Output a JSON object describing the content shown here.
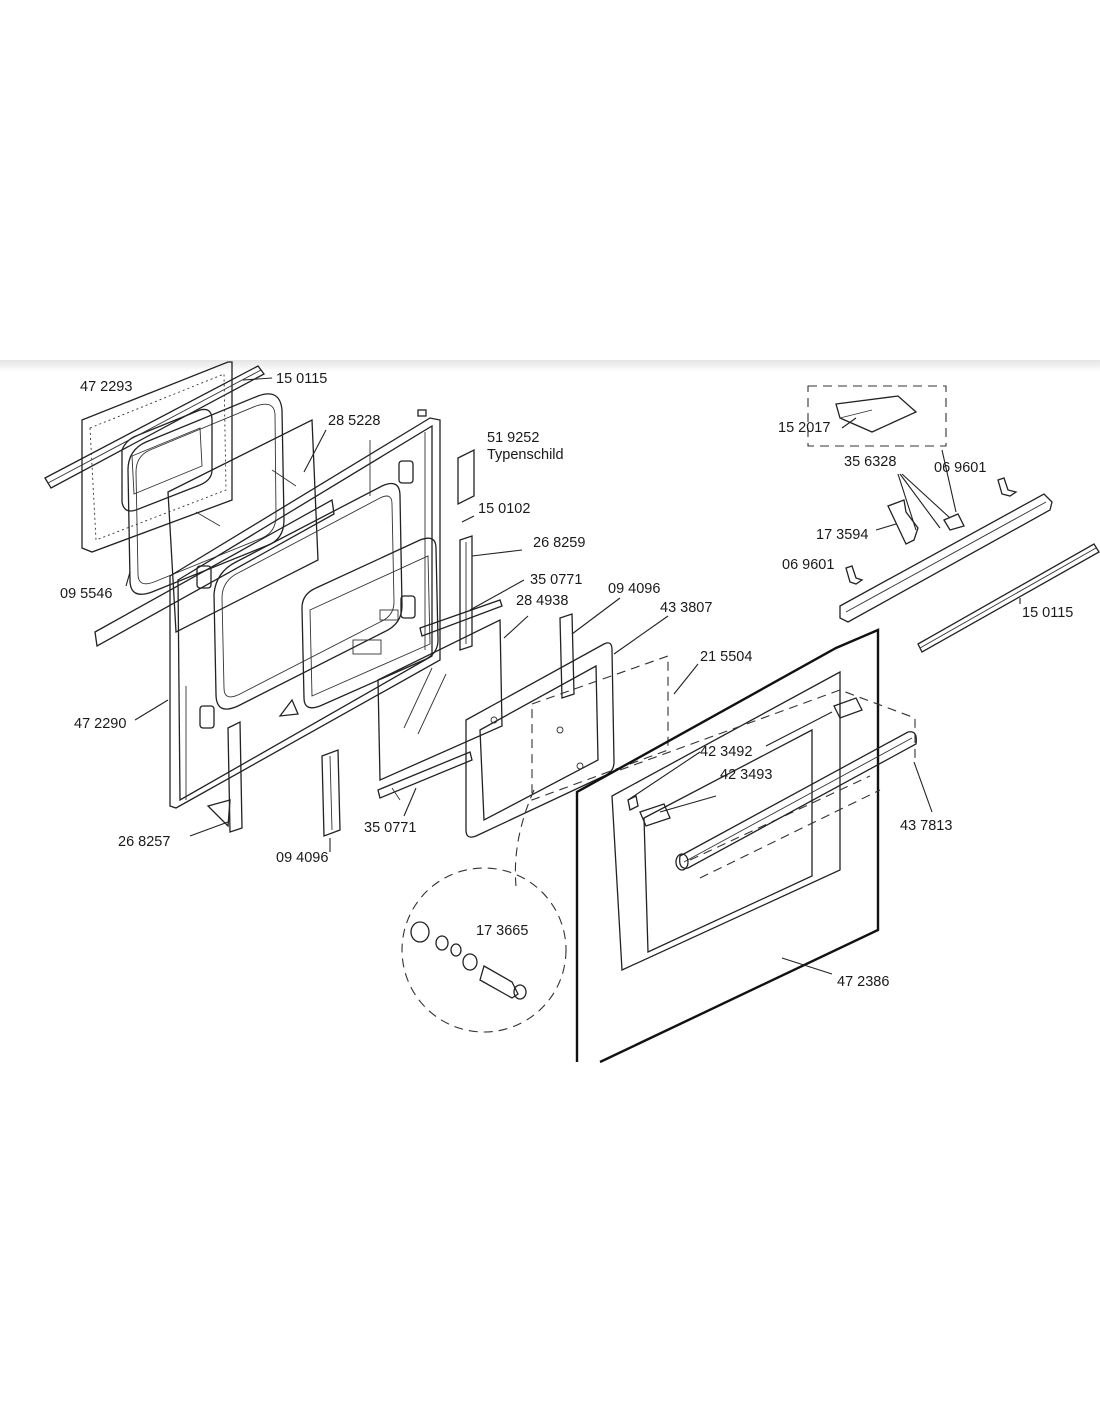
{
  "diagram": {
    "labels": {
      "p472293": "47 2293",
      "p150115_top": "15 0115",
      "p285228": "28 5228",
      "p519252": "51 9252",
      "typenschild": "Typenschild",
      "p150102": "15 0102",
      "p268259": "26 8259",
      "p350771_top": "35 0771",
      "p284938": "28 4938",
      "p094096_top": "09 4096",
      "p433807": "43 3807",
      "p215504": "21 5504",
      "p095546": "09 5546",
      "p472290": "47 2290",
      "p268257": "26 8257",
      "p094096_bottom": "09 4096",
      "p350771_bottom": "35 0771",
      "p173665": "17 3665",
      "p423492": "42 3492",
      "p423493": "42 3493",
      "p437813": "43 7813",
      "p472386": "47 2386",
      "p152017": "15 2017",
      "p356328": "35 6328",
      "p069601_top": "06 9601",
      "p173594": "17 3594",
      "p069601_left": "06 9601",
      "p150115_right": "15 0115"
    }
  }
}
